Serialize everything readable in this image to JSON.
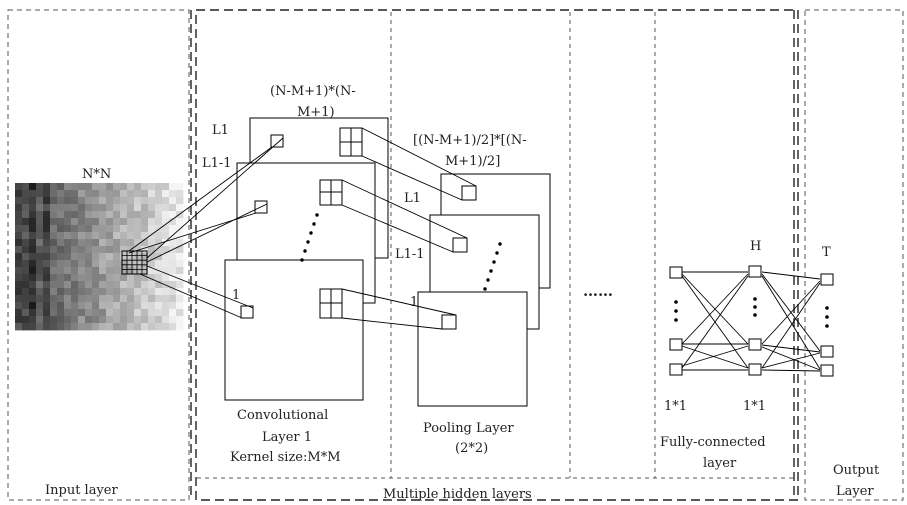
{
  "sections": {
    "input_layer": "Input layer",
    "hidden_layers": "Multiple hidden layers",
    "output_layer_line1": "Output",
    "output_layer_line2": "Layer"
  },
  "input": {
    "size_label": "N*N"
  },
  "conv": {
    "output_size_line1": "(N-M+1)*(N-",
    "output_size_line2": "M+1)",
    "map_label_top": "L1",
    "map_label_mid": "L1-1",
    "map_label_bottom": "1",
    "caption_line1": "Convolutional",
    "caption_line2": "Layer 1",
    "caption_line3": "Kernel size:M*M"
  },
  "pool": {
    "output_size_line1": "[(N-M+1)/2]*[(N-",
    "output_size_line2": "M+1)/2]",
    "map_label_top": "L1",
    "map_label_mid": "L1-1",
    "map_label_bottom": "1",
    "caption_line1": "Pooling Layer",
    "caption_line2": "(2*2)"
  },
  "ellipsis": "……",
  "fully_connected": {
    "hidden_label": "H",
    "output_label": "T",
    "left_dim": "1*1",
    "right_dim": "1*1",
    "caption_line1": "Fully-connected",
    "caption_line2": "layer"
  }
}
